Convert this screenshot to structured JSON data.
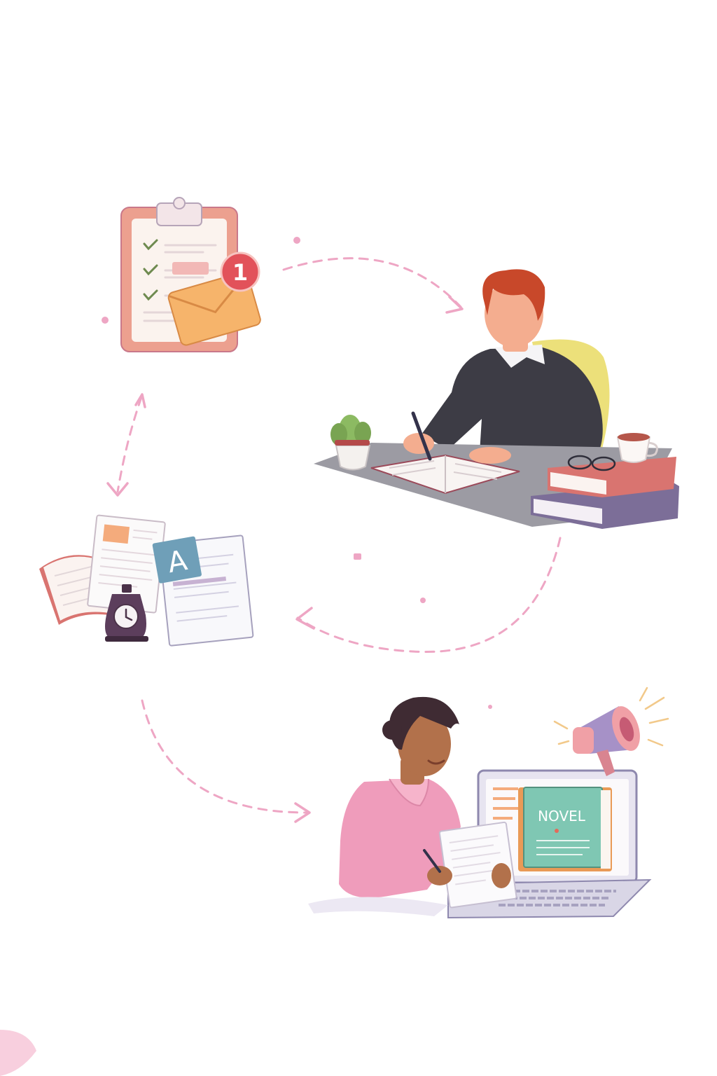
{
  "notification": {
    "badge_count": "1"
  },
  "documents": {
    "grade_letter": "A"
  },
  "publishing": {
    "book_title": "NOVEL"
  },
  "colors": {
    "arrow": "#eea6c4",
    "clipboard": "#eca08f",
    "envelope": "#f6b46b",
    "badge": "#e2525a",
    "man_hair": "#c8482a",
    "sweater": "#3d3c45",
    "chair": "#ece07a",
    "desk": "#9c9ba3",
    "book_red": "#d97470",
    "book_purple": "#7c6e98",
    "woman_top": "#ef9cbb",
    "novel_cover": "#7fc7b3",
    "megaphone": "#f0a0a6",
    "timer": "#5c3e5c",
    "skin": "#f4ad8f",
    "skin_dark": "#b2714b"
  }
}
